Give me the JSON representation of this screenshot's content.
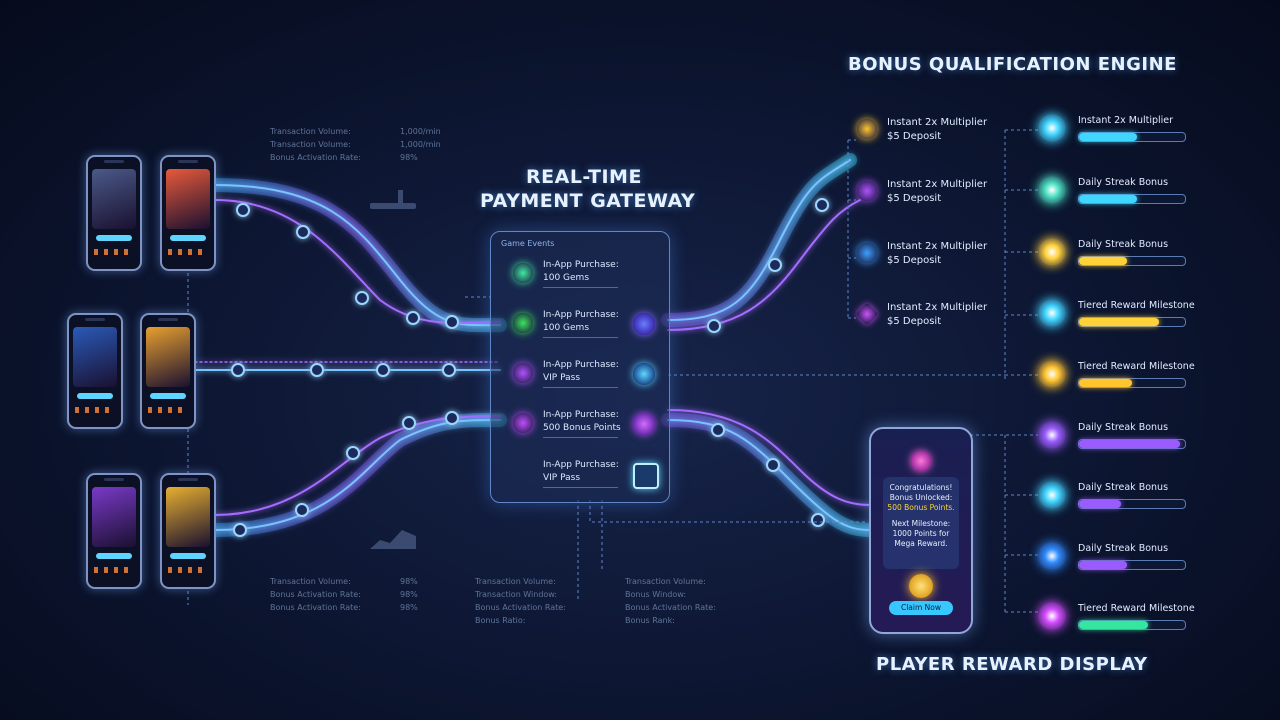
{
  "titles": {
    "bonus_engine": "BONUS QUALIFICATION ENGINE",
    "gateway_line1": "REAL-TIME",
    "gateway_line2": "PAYMENT GATEWAY",
    "player_display": "PLAYER REWARD DISPLAY"
  },
  "stats_top": [
    {
      "label": "Transaction Volume:",
      "value": "1,000/min"
    },
    {
      "label": "Transaction Volume:",
      "value": "1,000/min"
    },
    {
      "label": "Bonus Activation Rate:",
      "value": "98%"
    }
  ],
  "stats_bottom_left": [
    {
      "label": "Transaction Volume:",
      "value": "98%"
    },
    {
      "label": "Bonus Activation Rate:",
      "value": "98%"
    },
    {
      "label": "Bonus Activation Rate:",
      "value": "98%"
    }
  ],
  "stats_bottom_mid": [
    "Transaction Volume:",
    "Transaction Window:",
    "Bonus Activation Rate:",
    "Bonus Ratio:"
  ],
  "stats_bottom_right": [
    "Transaction Volume:",
    "Bonus Window:",
    "Bonus Activation Rate:",
    "Bonus Rank:"
  ],
  "gateway": {
    "header": "Game Events",
    "items": [
      {
        "line1": "In-App Purchase:",
        "line2": "100 Gems",
        "color": "#3fe8a0"
      },
      {
        "line1": "In-App Purchase:",
        "line2": "100 Gems",
        "color": "#3ae35a"
      },
      {
        "line1": "In-App Purchase:",
        "line2": "VIP Pass",
        "color": "#b050ff"
      },
      {
        "line1": "In-App Purchase:",
        "line2": "500 Bonus Points",
        "color": "#c04cff"
      },
      {
        "line1": "In-App Purchase:",
        "line2": "VIP Pass",
        "color": "#5fd8ff"
      }
    ]
  },
  "rules": [
    {
      "line1": "Instant 2x Multiplier",
      "line2": "$5 Deposit",
      "color": "#ffc42e"
    },
    {
      "line1": "Instant 2x Multiplier",
      "line2": "$5 Deposit",
      "color": "#b050ff"
    },
    {
      "line1": "Instant 2x Multiplier",
      "line2": "$5 Deposit",
      "color": "#3aa0ff"
    },
    {
      "line1": "Instant 2x Multiplier",
      "line2": "$5 Deposit",
      "color": "#d050ff"
    }
  ],
  "rewards": [
    {
      "label": "Instant 2x Multiplier",
      "progress": 0.55,
      "color": "#3fd6ff",
      "bar": "#3fd6ff",
      "icon": "star-icon"
    },
    {
      "label": "Daily Streak Bonus",
      "progress": 0.55,
      "color": "#4ae0c0",
      "bar": "#3fd6ff",
      "icon": "gem-icon"
    },
    {
      "label": "Daily Streak Bonus",
      "progress": 0.45,
      "color": "#ffd23a",
      "bar": "#ffd23a",
      "icon": "star-icon"
    },
    {
      "label": "Tiered Reward Milestone",
      "progress": 0.75,
      "color": "#3fd6ff",
      "bar": "#ffd23a",
      "icon": "badge-icon"
    },
    {
      "label": "Tiered Reward Milestone",
      "progress": 0.5,
      "color": "#ffc42e",
      "bar": "#ffc42e",
      "icon": "coin-icon"
    },
    {
      "label": "Daily Streak Bonus",
      "progress": 0.95,
      "color": "#9a5cff",
      "bar": "#9a5cff",
      "icon": "star-icon"
    },
    {
      "label": "Daily Streak Bonus",
      "progress": 0.4,
      "color": "#3fd6ff",
      "bar": "#9a5cff",
      "icon": "coin-icon"
    },
    {
      "label": "Daily Streak Bonus",
      "progress": 0.45,
      "color": "#2f8cff",
      "bar": "#9a5cff",
      "icon": "cube-icon"
    },
    {
      "label": "Tiered Reward Milestone",
      "progress": 0.65,
      "color": "#d54cff",
      "bar": "#35e6a0",
      "icon": "burst-icon"
    }
  ],
  "player_phone": {
    "message_line1": "Congratulations!",
    "message_line2": "Bonus Unlocked:",
    "message_line3": "500 Bonus Points.",
    "message_line4": "Next Milestone:",
    "message_line5": "1000 Points for",
    "message_line6": "Mega Reward.",
    "claim": "Claim Now"
  },
  "game_phones": [
    {
      "screen": "#4a5a88"
    },
    {
      "screen": "#e85a3a"
    },
    {
      "screen": "#2a5ab8"
    },
    {
      "screen": "#e8a030"
    },
    {
      "screen": "#7a3ac8"
    },
    {
      "screen": "#e8b030"
    }
  ]
}
